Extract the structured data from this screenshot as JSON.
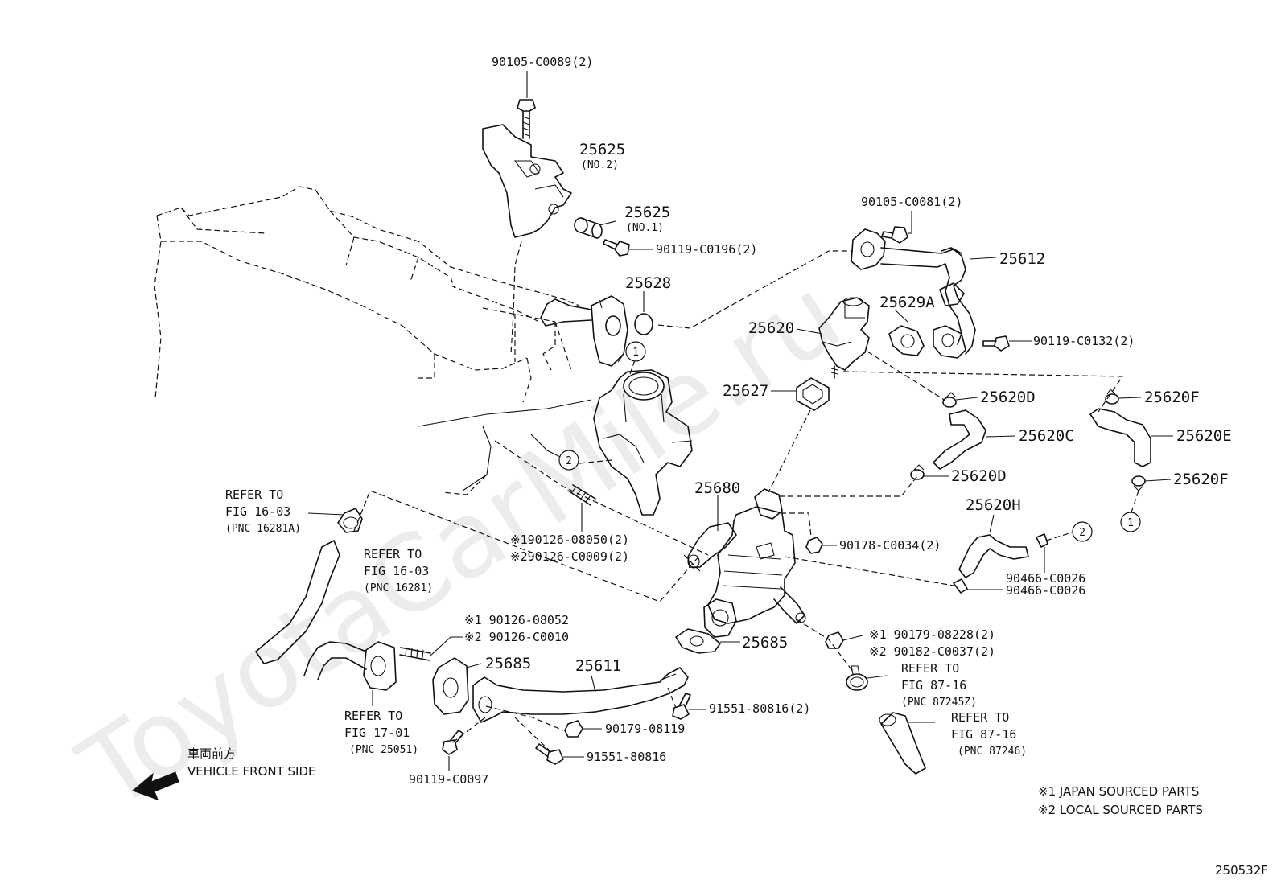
{
  "watermark": "ToyotaCarMile.ru",
  "figure_code": "250532F",
  "direction": {
    "jp": "車両前方",
    "en": "VEHICLE FRONT SIDE"
  },
  "legend": {
    "line1": "※1 JAPAN SOURCED PARTS",
    "line2": "※2 LOCAL SOURCED PARTS"
  },
  "callouts": {
    "c1": "1",
    "c2": "2"
  },
  "parts": {
    "p90105_0089": "90105-C0089(2)",
    "p25625_no2": "25625",
    "p25625_no2_sub": "(NO.2)",
    "p25625_no1": "25625",
    "p25625_no1_sub": "(NO.1)",
    "p90119_0196": "90119-C0196(2)",
    "p25628": "25628",
    "p90105_0081": "90105-C0081(2)",
    "p25612": "25612",
    "p25629A": "25629A",
    "p25620": "25620",
    "p90119_0132": "90119-C0132(2)",
    "p25627": "25627",
    "p25620D_a": "25620D",
    "p25620F_a": "25620F",
    "p25620C": "25620C",
    "p25620E": "25620E",
    "p25620D_b": "25620D",
    "p25620F_b": "25620F",
    "p25680": "25680",
    "p25620H": "25620H",
    "p90178": "90178-C0034(2)",
    "p90126_stud1": "※190126-08050(2)",
    "p90126_stud2": "※290126-C0009(2)",
    "p90466_a": "90466-C0026",
    "p90466_b": "90466-C0026",
    "p90126_08052": "※1 90126-08052",
    "p90126_C0010": "※2 90126-C0010",
    "p25685_a": "25685",
    "p25611": "25611",
    "p25685_b": "25685",
    "p90179_08228": "※1 90179-08228(2)",
    "p90182": "※2 90182-C0037(2)",
    "p91551_2": "91551-80816(2)",
    "p90179_08119": "90179-08119",
    "p91551": "91551-80816",
    "p90119_0097": "90119-C0097"
  },
  "refs": {
    "r16281A": {
      "l1": "REFER TO",
      "l2": "FIG 16-03",
      "l3": "(PNC 16281A)"
    },
    "r16281": {
      "l1": "REFER TO",
      "l2": "FIG 16-03",
      "l3": "(PNC 16281)"
    },
    "r25051": {
      "l1": "REFER TO",
      "l2": "FIG 17-01",
      "l3": "(PNC 25051)"
    },
    "r87245Z": {
      "l1": "REFER TO",
      "l2": "FIG 87-16",
      "l3": "(PNC 87245Z)"
    },
    "r87246": {
      "l1": "REFER TO",
      "l2": "FIG 87-16",
      "l3": "(PNC 87246)"
    }
  }
}
